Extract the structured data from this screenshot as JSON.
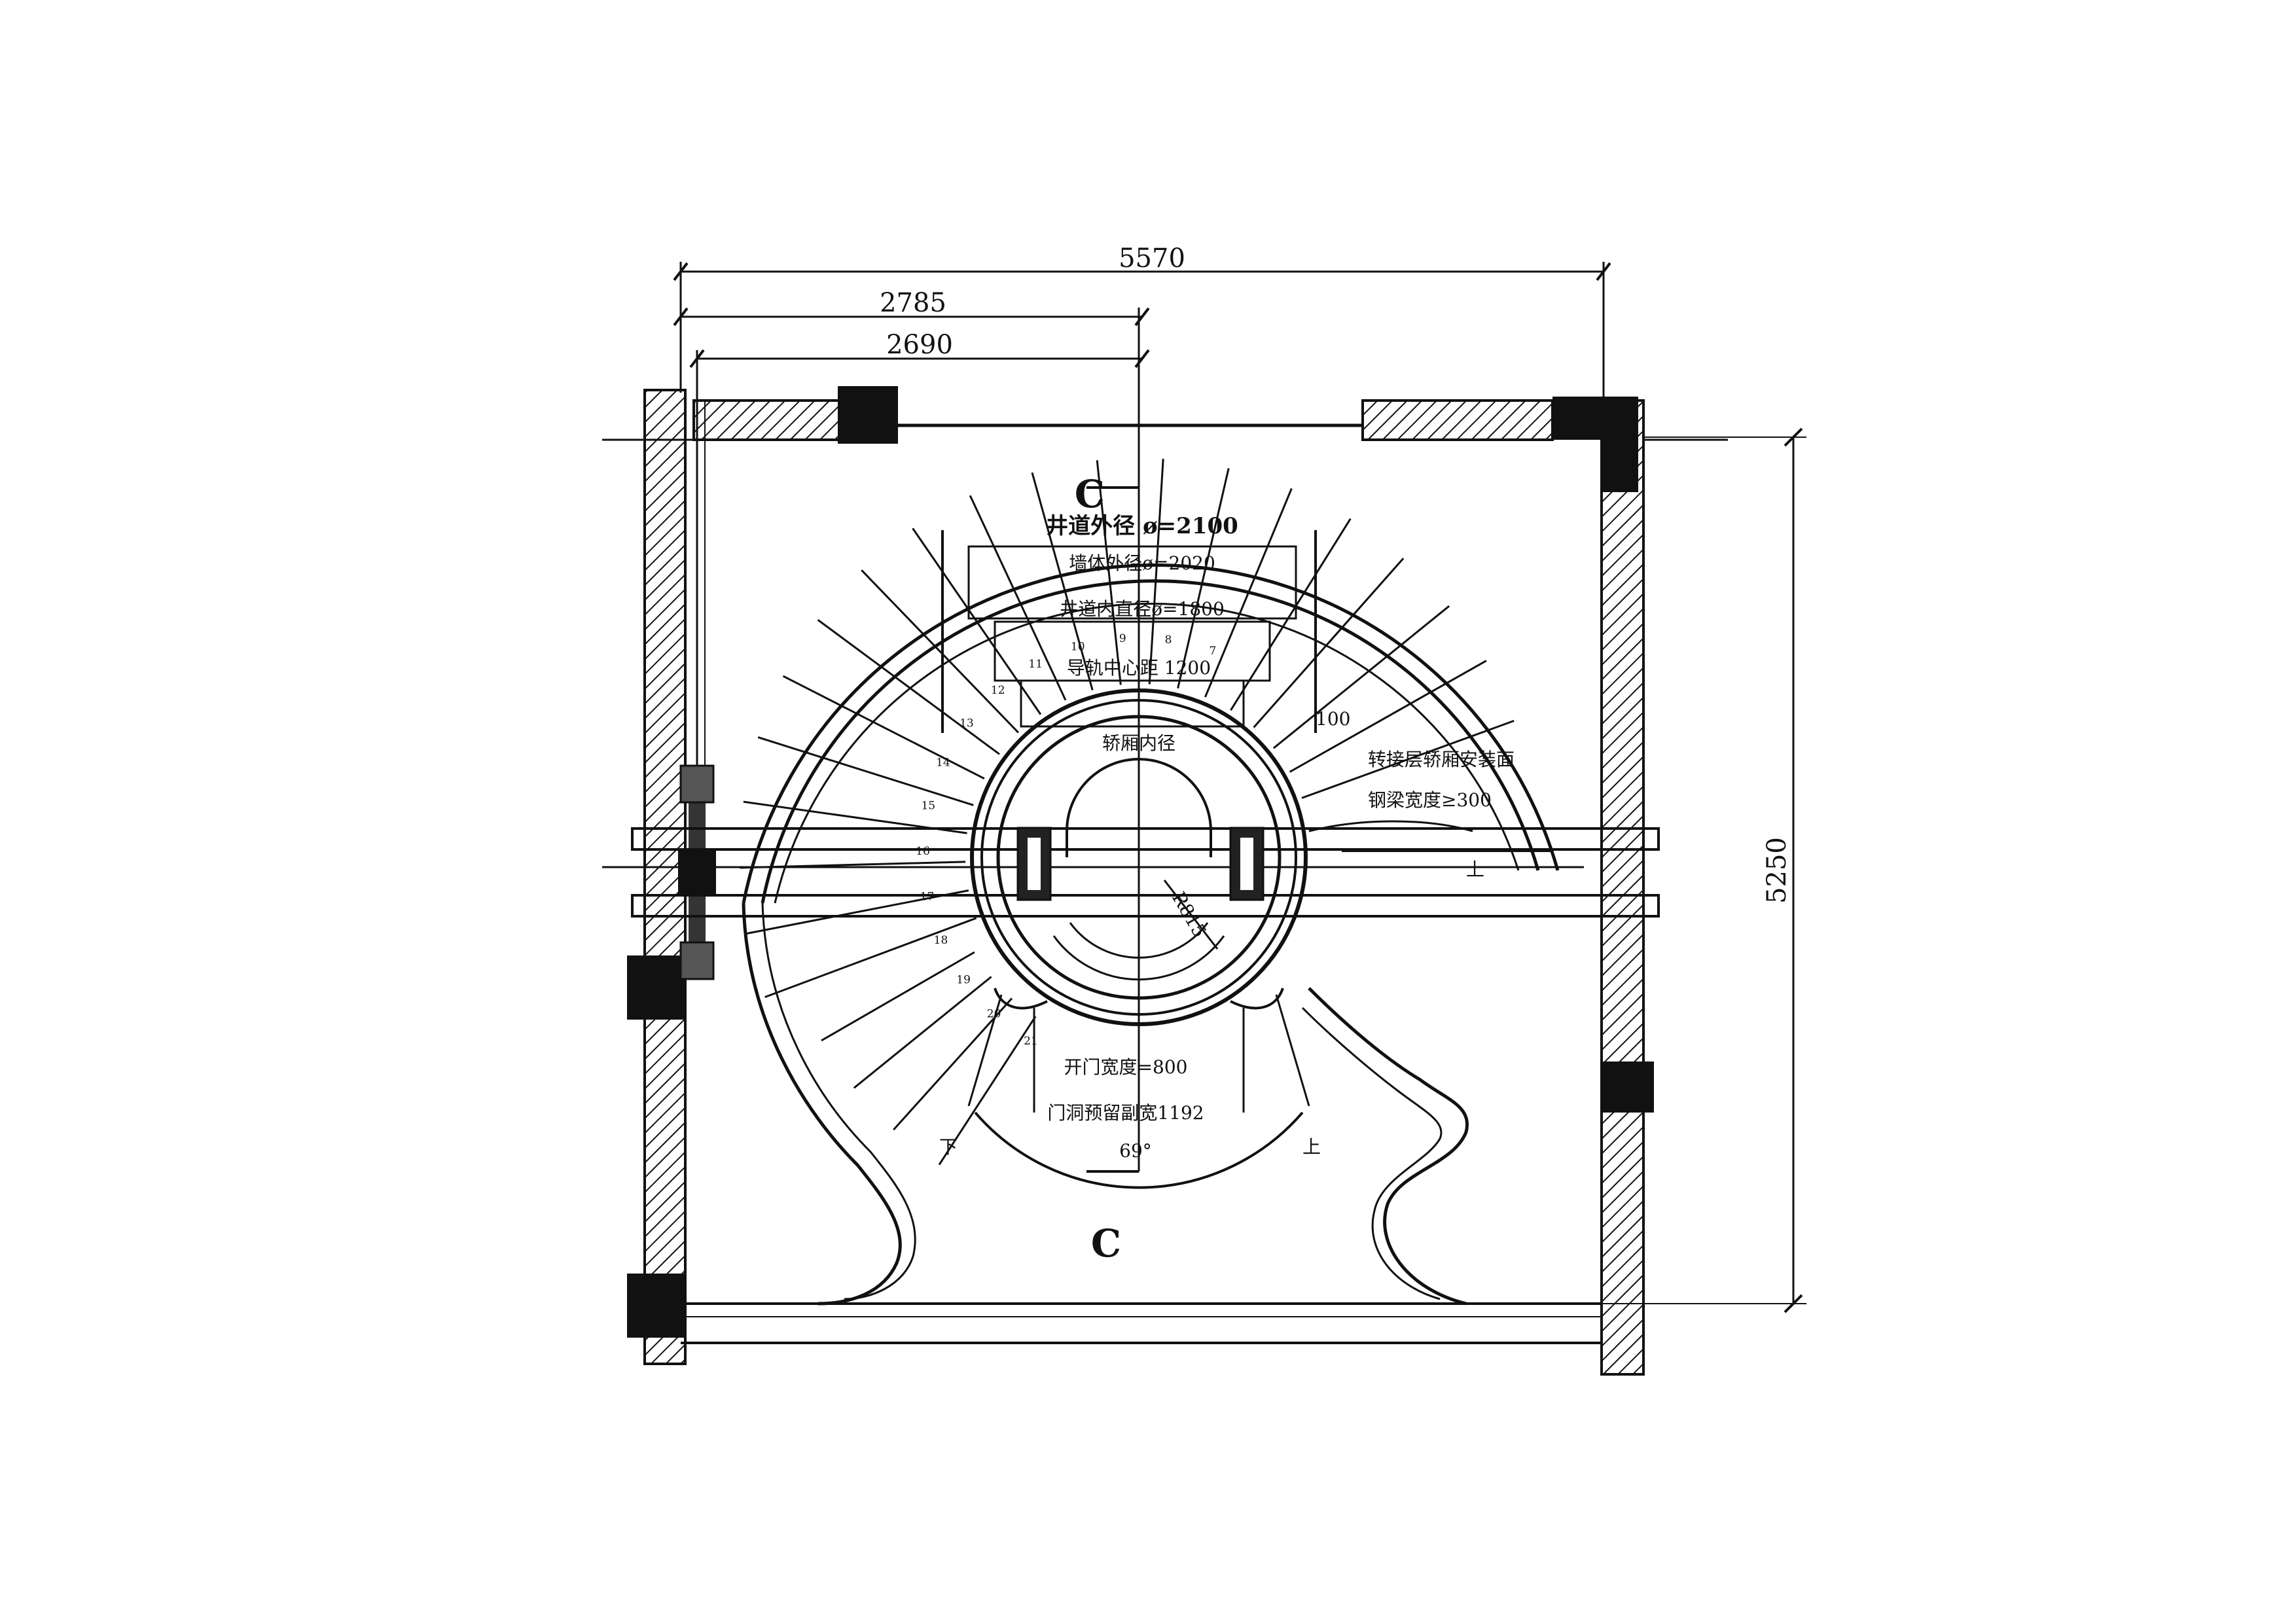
{
  "dimensions": {
    "overall_width": "5570",
    "half_width": "2785",
    "inner_width": "2690",
    "overall_depth": "5250"
  },
  "labels": {
    "shaft_outer_diameter": "井道外径 ø=2100",
    "wall_outer_diameter": "墙体外径ø=2020",
    "shaft_inner_diameter": "井道内直径ø=1800",
    "guide_rail_note": "导轨中心距 1200",
    "car_label": "轿厢内径",
    "landing_note_1": "转接层轿厢安装面",
    "landing_note_2": "钢梁宽度≥300",
    "door_open_width": "开门宽度=800",
    "door_opening_reserve": "门洞预留副宽1192",
    "door_angle": "69°",
    "radius_label": "R815",
    "dim_100": "100",
    "up_right": "上",
    "up_bottom": "上",
    "down_bottom": "下",
    "section_mark_top": "C",
    "section_mark_bottom": "C"
  },
  "stair_steps": [
    "7",
    "8",
    "9",
    "10",
    "11",
    "12",
    "13",
    "14",
    "15",
    "16",
    "17",
    "18",
    "19",
    "20",
    "21"
  ]
}
